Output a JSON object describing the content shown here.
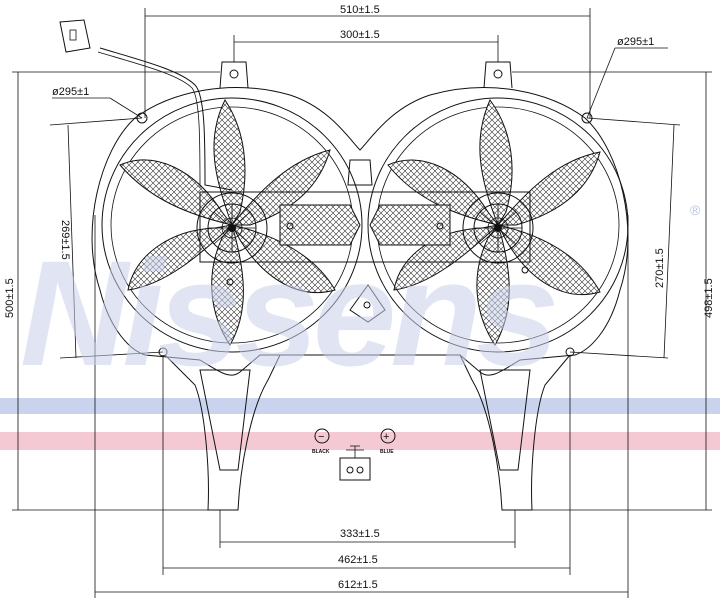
{
  "watermark": {
    "text": "Nissens",
    "registered": "®"
  },
  "colors": {
    "stripe_blue": "#c9d3ee",
    "stripe_pink": "#f4c9d3",
    "line": "#111111"
  },
  "dimensions": {
    "width_510": "510±1.5",
    "width_300": "300±1.5",
    "width_333": "333±1.5",
    "width_462": "462±1.5",
    "width_612": "612±1.5",
    "height_500": "500±1.5",
    "height_498": "498±1.5",
    "height_269": "269±1.5",
    "height_270": "270±1.5",
    "fan_dia_left": "ø295±1",
    "fan_dia_right": "ø295±1"
  },
  "connector": {
    "minus_label": "BLACK",
    "plus_label": "BLUE",
    "minus_symbol": "−",
    "plus_symbol": "+"
  }
}
